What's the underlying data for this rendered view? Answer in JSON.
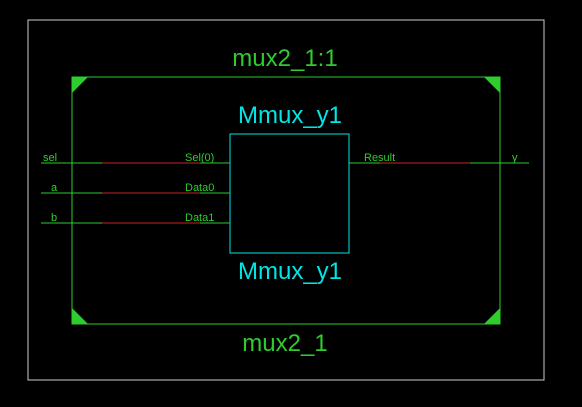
{
  "diagram": {
    "top_label": "mux2_1:1",
    "bottom_label": "mux2_1",
    "instance": {
      "name_top": "Mmux_y1",
      "name_bottom": "Mmux_y1"
    },
    "inputs": [
      {
        "port": "sel",
        "pin": "Sel(0)"
      },
      {
        "port": "a",
        "pin": "Data0"
      },
      {
        "port": "b",
        "pin": "Data1"
      }
    ],
    "output": {
      "port": "y",
      "pin": "Result"
    }
  },
  "colors": {
    "background": "#000000",
    "frame": "#cccccc",
    "module_border": "#2ecc2e",
    "wire_port": "#2ecc2e",
    "wire_net": "#cc2222",
    "instance_border": "#00e5e5",
    "instance_text": "#00e5e5"
  }
}
